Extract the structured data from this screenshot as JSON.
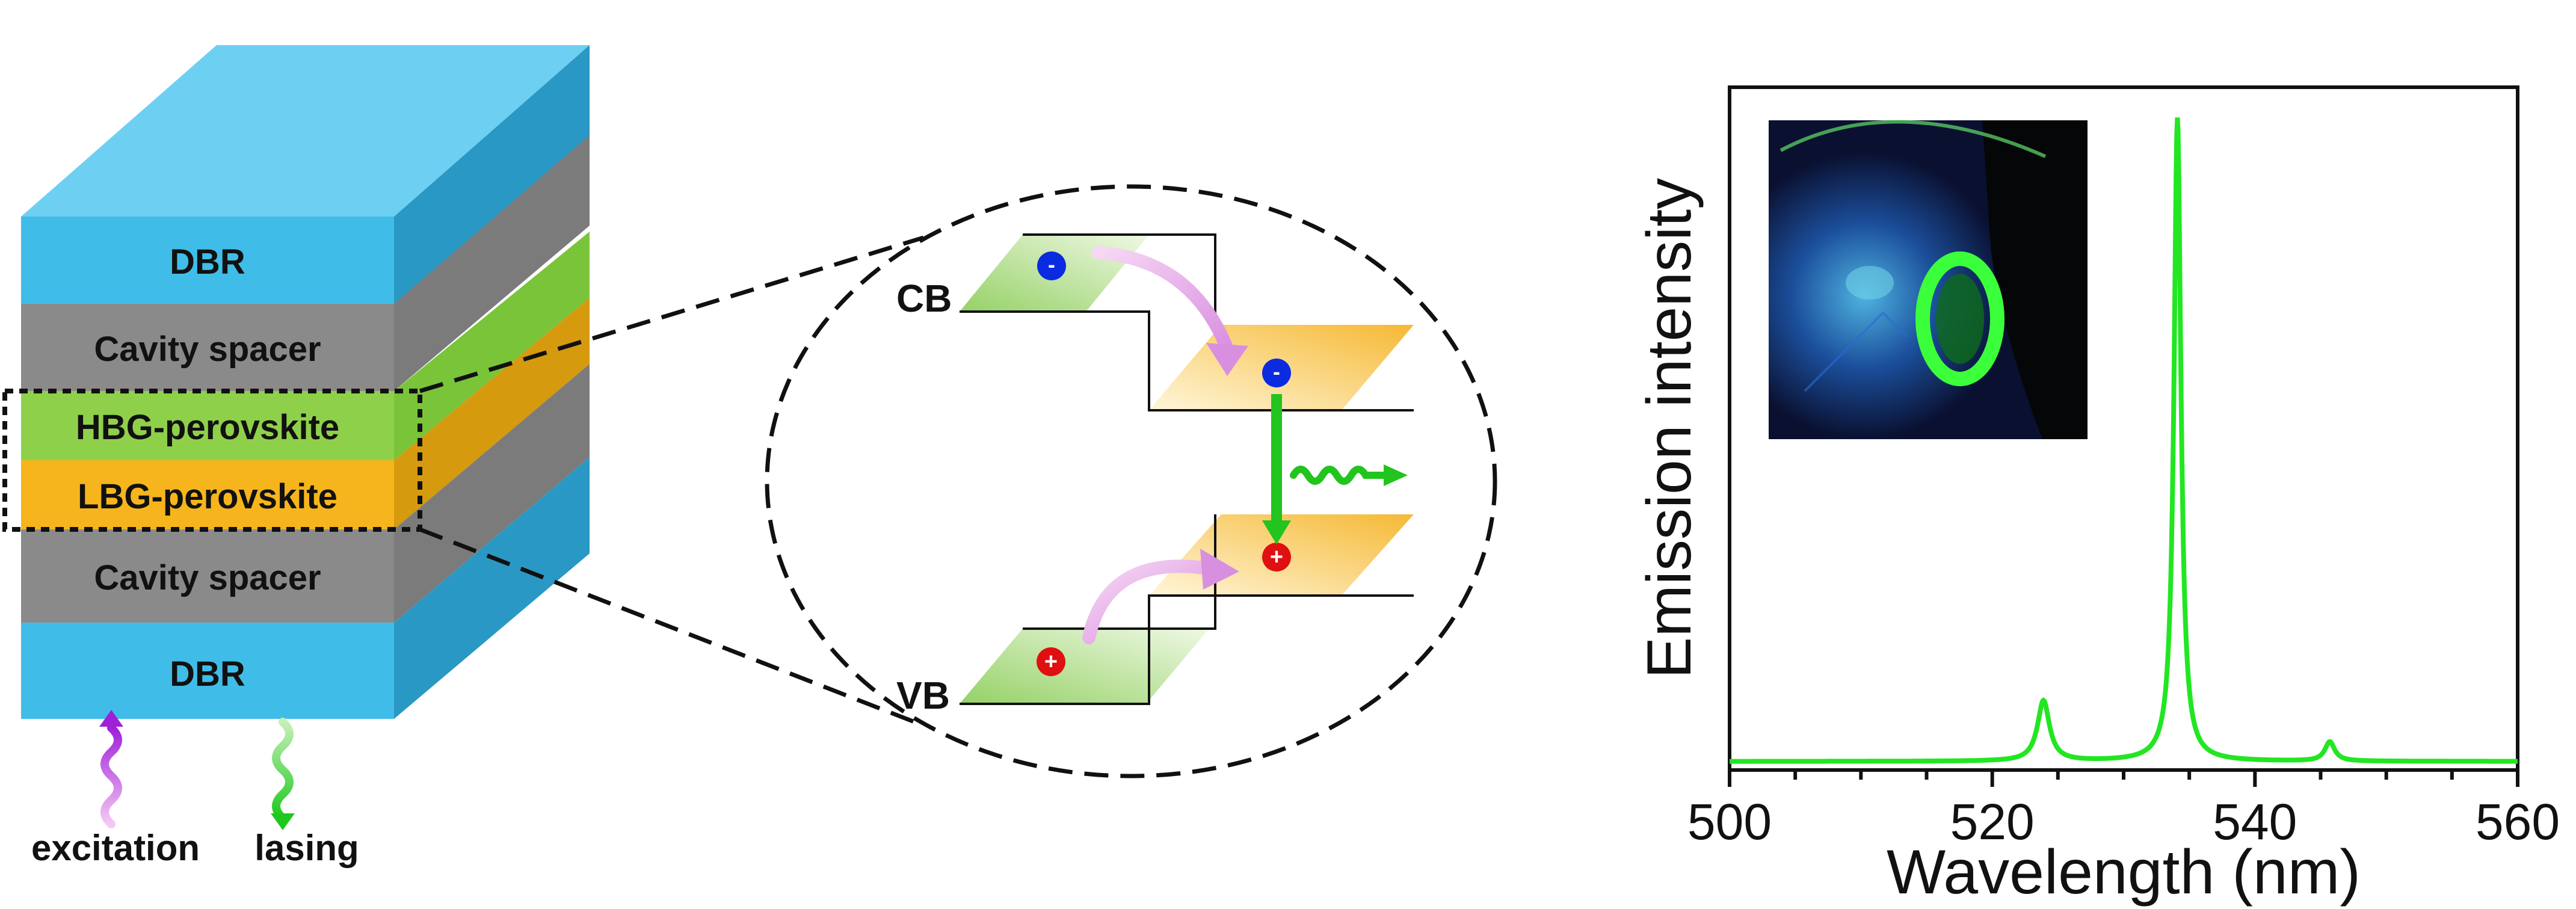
{
  "stack": {
    "layers": [
      "DBR",
      "Cavity spacer",
      "HBG-perovskite",
      "LBG-perovskite",
      "Cavity spacer",
      "DBR"
    ],
    "excitation_label": "excitation",
    "lasing_label": "lasing",
    "colors": {
      "dbr": "#3fbde8",
      "spacer": "#8a8a8a",
      "hbg": "#8fd04a",
      "lbg": "#f6b51c"
    }
  },
  "band_diagram": {
    "cb_label": "CB",
    "vb_label": "VB",
    "electron_symbol": "-",
    "hole_symbol": "+"
  },
  "chart_data": {
    "type": "line",
    "xlabel": "Wavelength (nm)",
    "ylabel": "Emission intensity",
    "xlim": [
      500,
      560
    ],
    "xticks": [
      "500",
      "520",
      "540",
      "560"
    ],
    "peaks": [
      {
        "x": 523.9,
        "relative_intensity": 0.094
      },
      {
        "x": 534.1,
        "relative_intensity": 1.0
      },
      {
        "x": 545.7,
        "relative_intensity": 0.03
      }
    ],
    "series_color": "#22e622",
    "inset": "photo of green lasing spot"
  }
}
